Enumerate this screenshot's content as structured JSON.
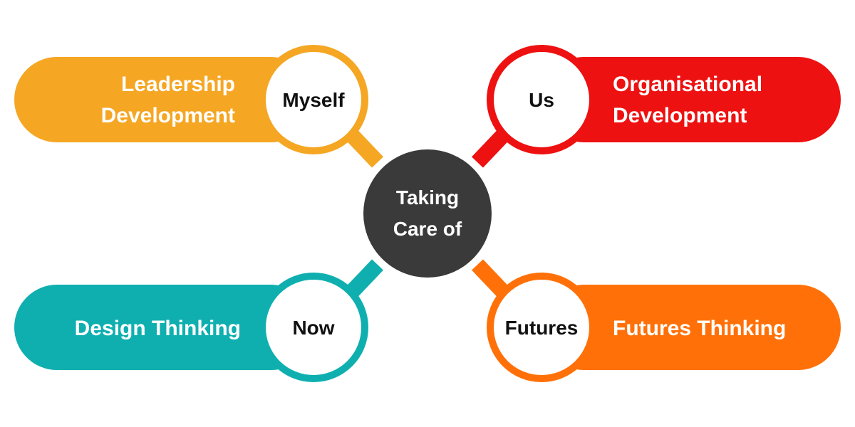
{
  "center": {
    "line1": "Taking",
    "line2": "Care of",
    "color": "#3a3a3a"
  },
  "branches": {
    "top_left": {
      "lens_label": "Myself",
      "pill_line1": "Leadership",
      "pill_line2": "Development",
      "color": "#f5a623"
    },
    "top_right": {
      "lens_label": "Us",
      "pill_line1": "Organisational",
      "pill_line2": "Development",
      "color": "#ee1111"
    },
    "bottom_left": {
      "lens_label": "Now",
      "pill_line1": "Design Thinking",
      "color": "#0fafb0"
    },
    "bottom_right": {
      "lens_label": "Futures",
      "pill_line1": "Futures Thinking",
      "color": "#ff7108"
    }
  }
}
